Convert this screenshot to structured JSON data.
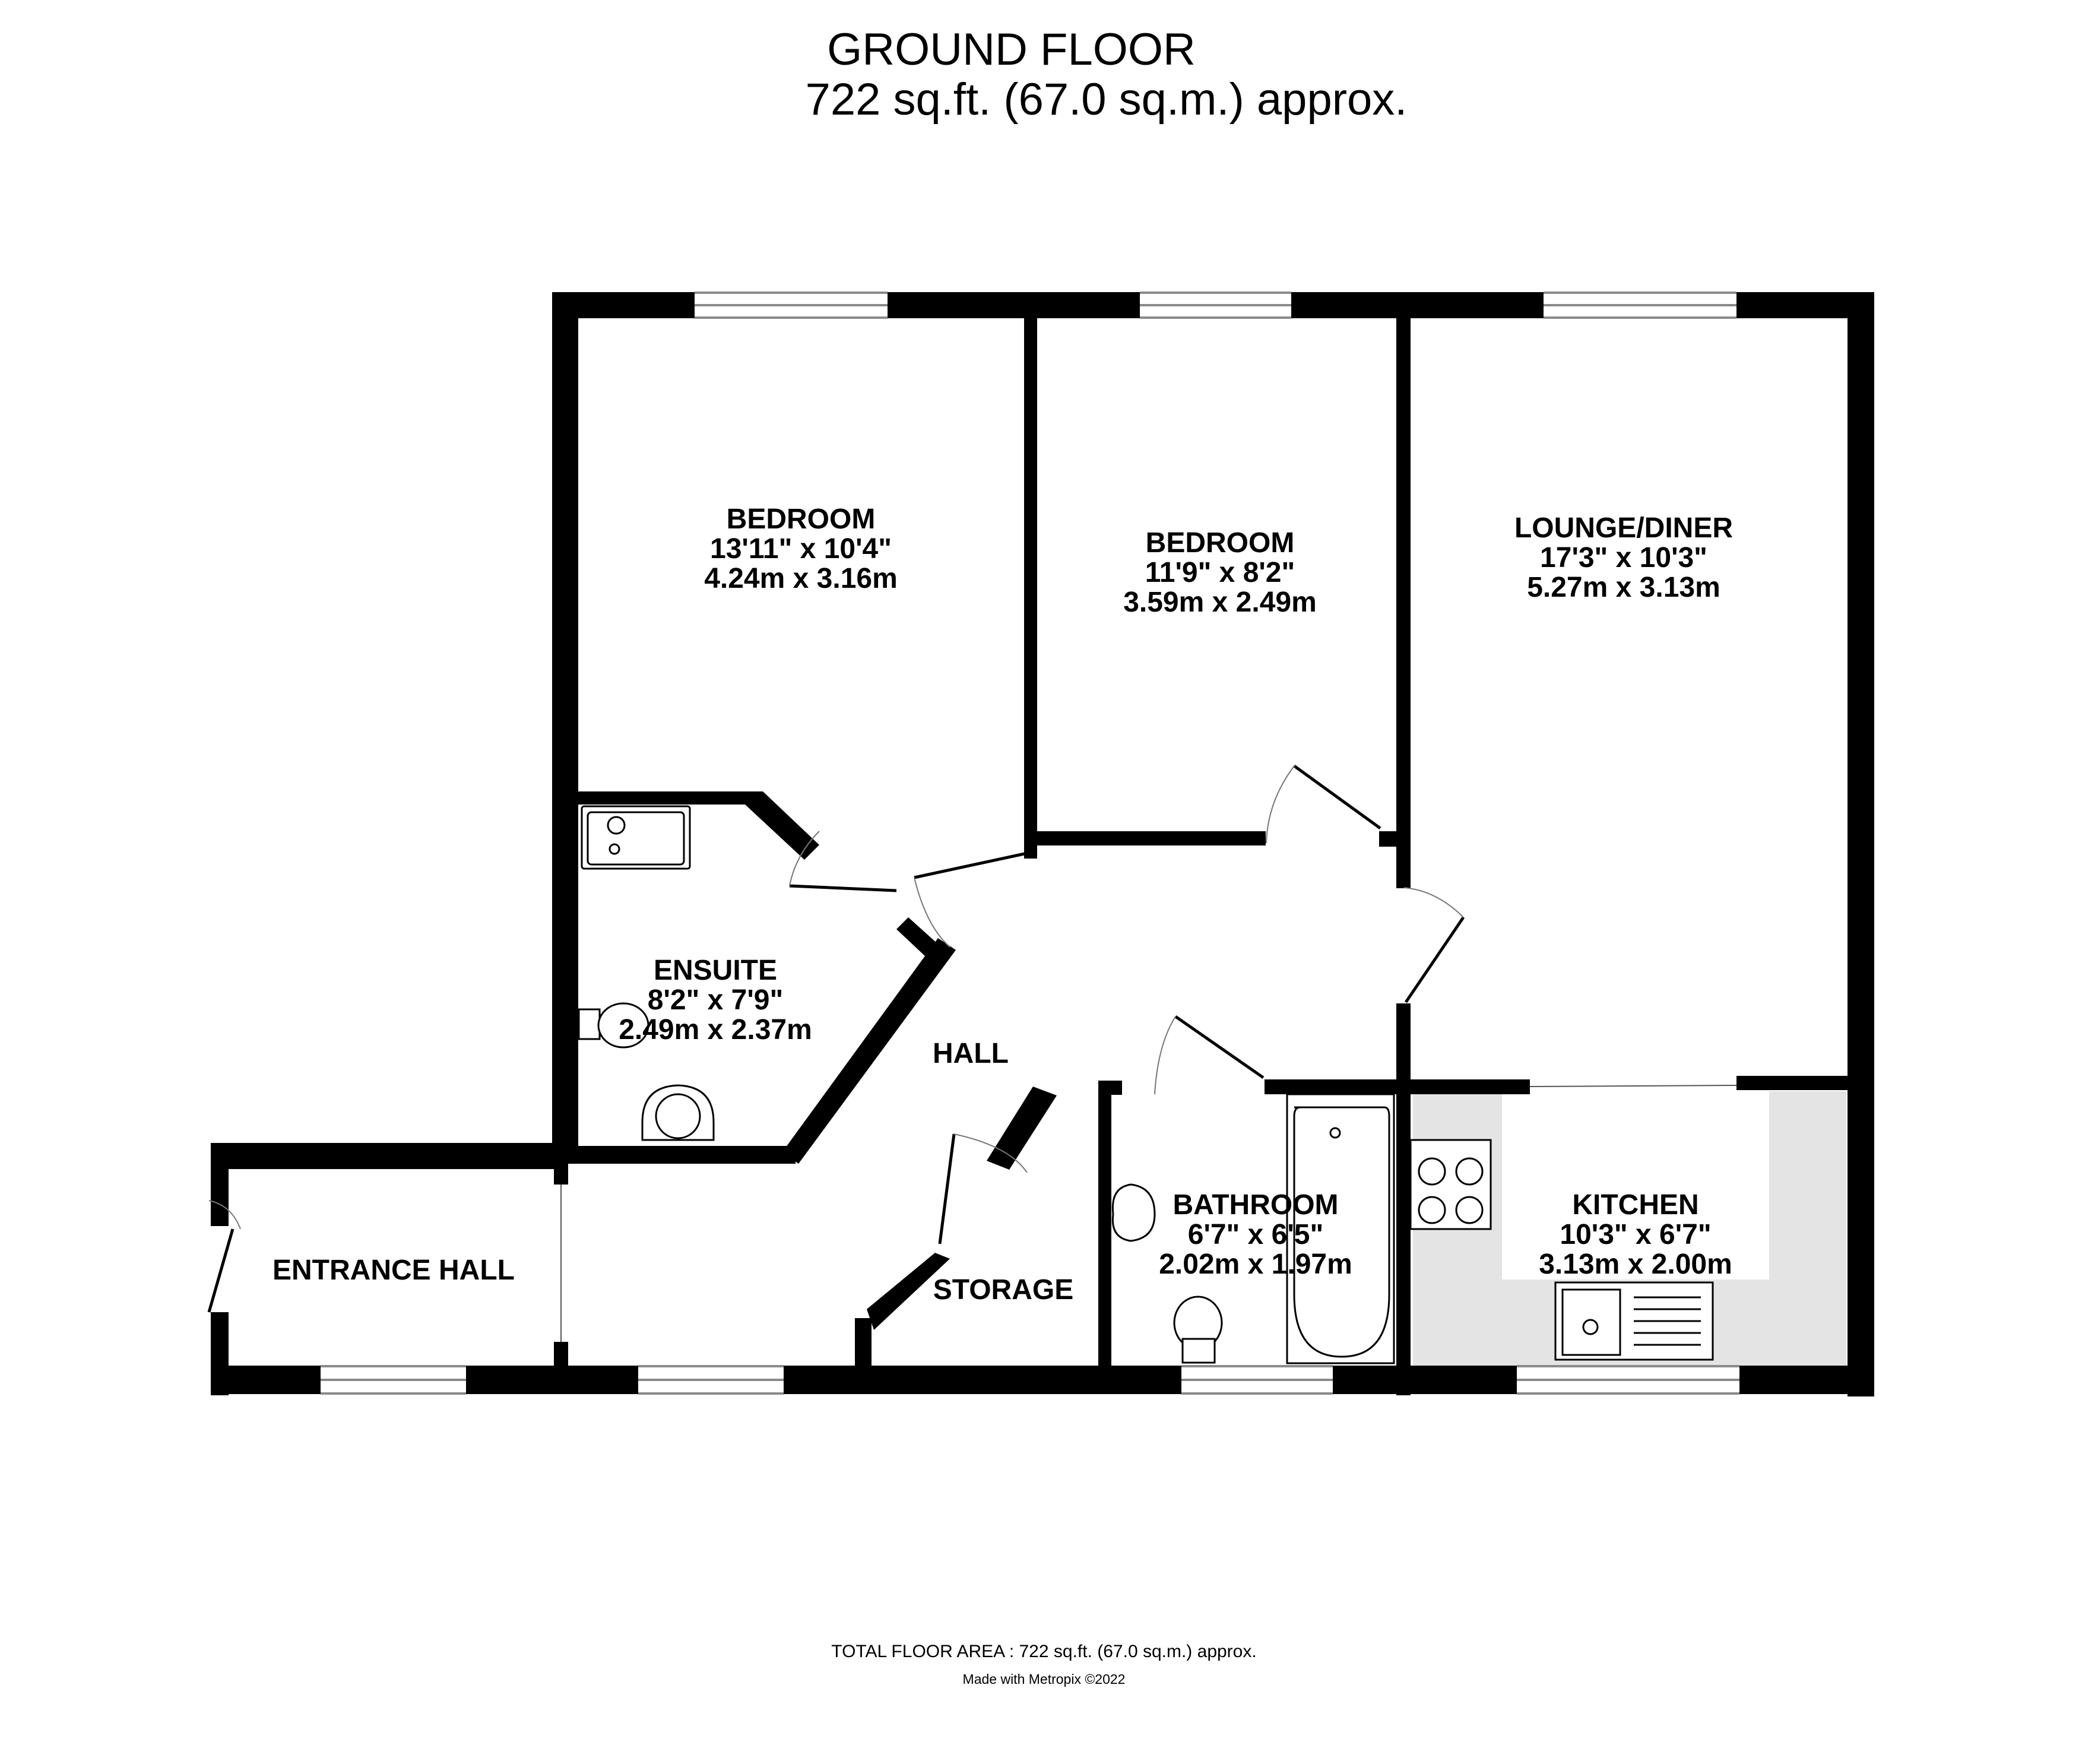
{
  "header": {
    "floor_name": "GROUND FLOOR",
    "floor_area": "722 sq.ft. (67.0 sq.m.) approx."
  },
  "rooms": {
    "bedroom1": {
      "name": "BEDROOM",
      "imperial": "13'11\"  x 10'4\"",
      "metric": "4.24m  x 3.16m"
    },
    "bedroom2": {
      "name": "BEDROOM",
      "imperial": "11'9\"  x 8'2\"",
      "metric": "3.59m  x 2.49m"
    },
    "lounge": {
      "name": "LOUNGE/DINER",
      "imperial": "17'3\"  x 10'3\"",
      "metric": "5.27m  x 3.13m"
    },
    "ensuite": {
      "name": "ENSUITE",
      "imperial": "8'2\"  x 7'9\"",
      "metric": "2.49m  x 2.37m"
    },
    "hall": {
      "name": "HALL"
    },
    "entrance_hall": {
      "name": "ENTRANCE HALL"
    },
    "storage": {
      "name": "STORAGE"
    },
    "bathroom": {
      "name": "BATHROOM",
      "imperial": "6'7\"  x 6'5\"",
      "metric": "2.02m  x 1.97m"
    },
    "kitchen": {
      "name": "KITCHEN",
      "imperial": "10'3\"  x 6'7\"",
      "metric": "3.13m  x 2.00m"
    }
  },
  "footer": {
    "total_area": "TOTAL FLOOR AREA : 722 sq.ft. (67.0 sq.m.) approx.",
    "credit": "Made with Metropix ©2022"
  },
  "colors": {
    "wall": "#000000",
    "background": "#ffffff",
    "kitchen_worktop": "#e4e4e4",
    "window_line": "#8a8a8a"
  }
}
